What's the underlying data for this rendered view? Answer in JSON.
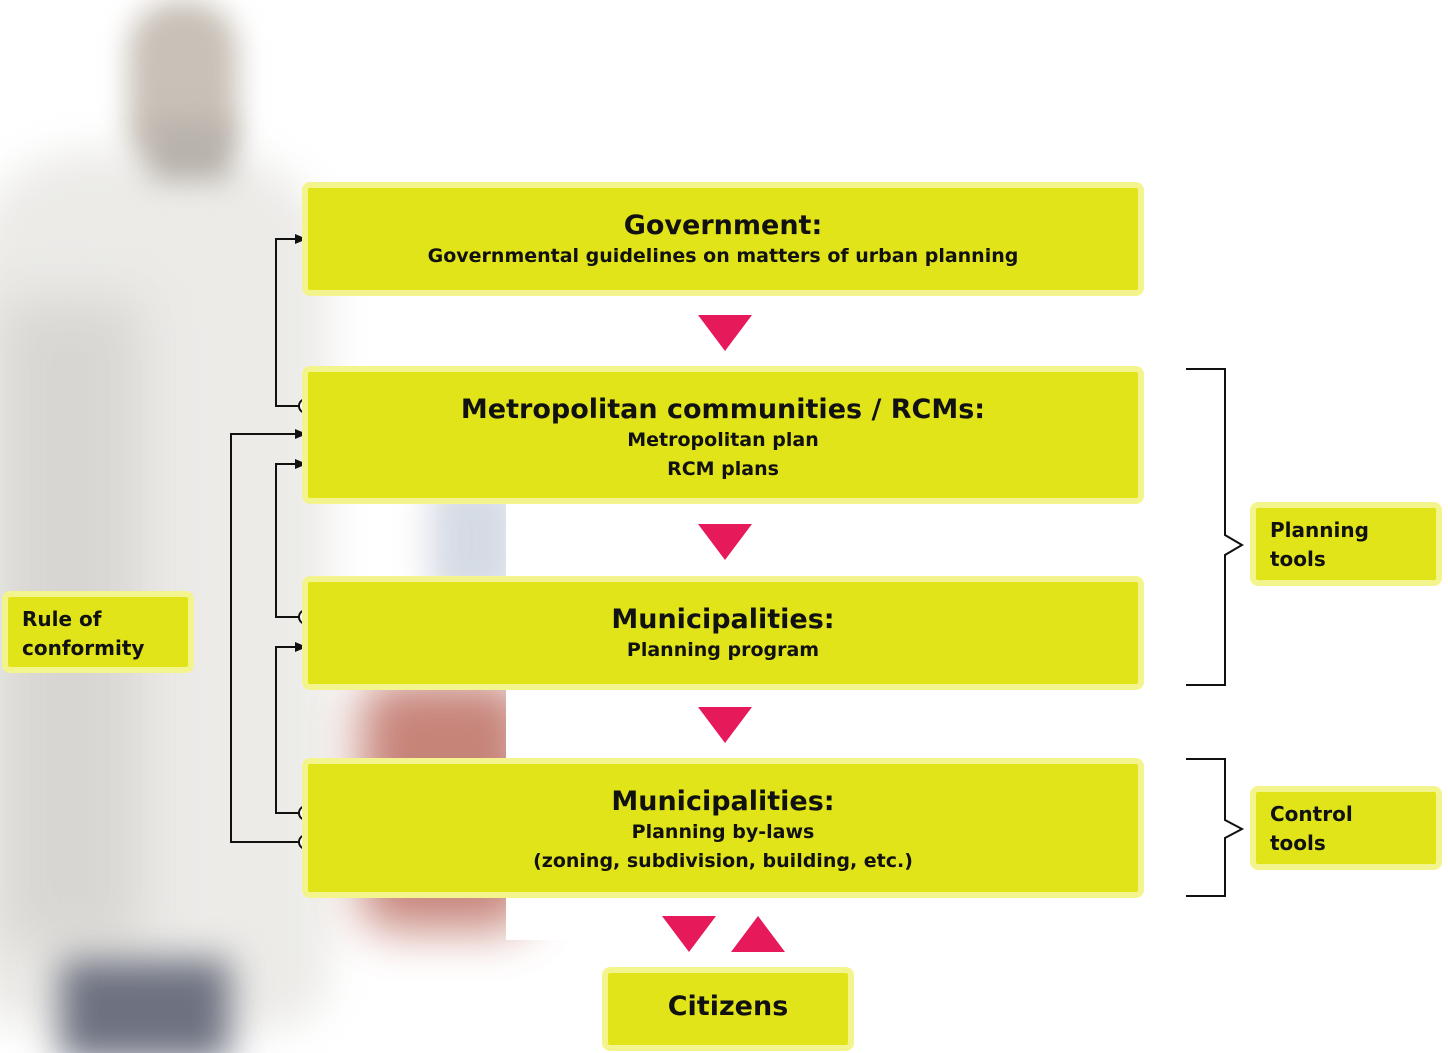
{
  "boxes": {
    "government": {
      "title": "Government:",
      "lines": [
        "Governmental guidelines on matters of urban planning"
      ]
    },
    "metropolitan": {
      "title": "Metropolitan communities / RCMs:",
      "lines": [
        "Metropolitan plan",
        "RCM plans"
      ]
    },
    "municipalities_program": {
      "title": "Municipalities:",
      "lines": [
        "Planning program"
      ]
    },
    "municipalities_bylaws": {
      "title": "Municipalities:",
      "lines": [
        "Planning by-laws",
        "(zoning, subdivision, building, etc.)"
      ]
    },
    "citizens": {
      "title": "Citizens"
    }
  },
  "side_labels": {
    "rule_of_conformity": [
      "Rule of",
      "conformity"
    ],
    "planning_tools": [
      "Planning",
      "tools"
    ],
    "control_tools": [
      "Control",
      "tools"
    ]
  },
  "colors": {
    "box_fill": "#e0e419",
    "box_border": "#f4f48f",
    "arrow": "#e6195a",
    "connector": "#111111"
  }
}
